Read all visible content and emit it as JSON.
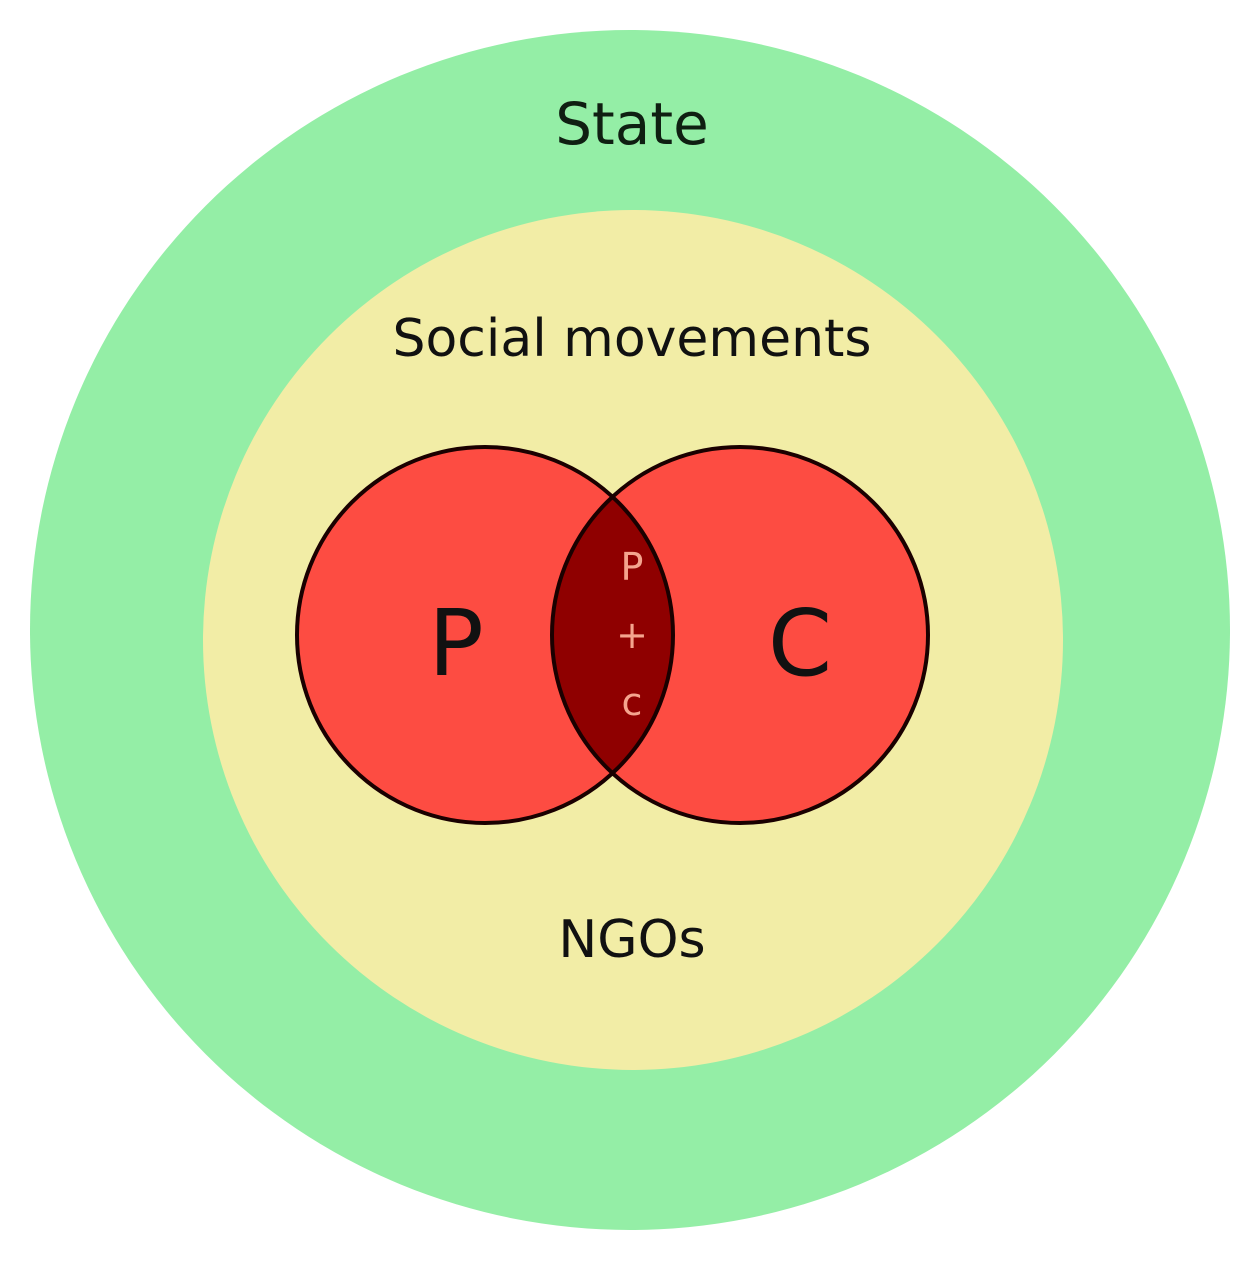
{
  "diagram": {
    "outer_ring": {
      "label": "State",
      "color": "#94eea6"
    },
    "middle_ring": {
      "top_label": "Social movements",
      "bottom_label": "NGOs",
      "color": "#f2eda6"
    },
    "venn": {
      "left_label": "P",
      "right_label": "C",
      "overlap_lines": [
        "P",
        "+",
        "c"
      ],
      "circle_color": "#fd4c42",
      "overlap_color": "#8f0000",
      "stroke_color": "#1a0000"
    }
  }
}
